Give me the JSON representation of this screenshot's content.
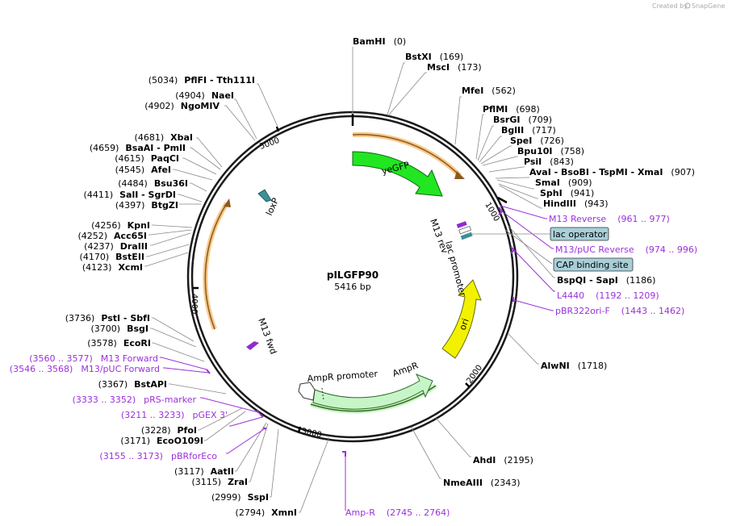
{
  "credit": "Created by",
  "credit_brand": "SnapGene",
  "plasmid": {
    "name": "pILGFP90",
    "length": "5416 bp"
  },
  "ticks": [
    "1000",
    "2000",
    "3000",
    "4000",
    "5000"
  ],
  "features": {
    "yeGFP": "yeGFP",
    "loxP": "loxP",
    "m13rev": "M13 rev",
    "lac_promoter": "lac promoter",
    "ori": "ori",
    "ampR": "AmpR",
    "ampR_promoter": "AmpR promoter",
    "m13fwd": "M13 fwd"
  },
  "enzymes_right": [
    {
      "name": "BamHI",
      "pos": "(0)"
    },
    {
      "name": "BstXI",
      "pos": "(169)"
    },
    {
      "name": "MscI",
      "pos": "(173)"
    },
    {
      "name": "MfeI",
      "pos": "(562)"
    },
    {
      "name": "PflMI",
      "pos": "(698)"
    },
    {
      "name": "BsrGI",
      "pos": "(709)"
    },
    {
      "name": "BglII",
      "pos": "(717)"
    },
    {
      "name": "SpeI",
      "pos": "(726)"
    },
    {
      "name": "Bpu10I",
      "pos": "(758)"
    },
    {
      "name": "PsiI",
      "pos": "(843)"
    },
    {
      "name": "AvaI  -  BsoBI  -  TspMI  -  XmaI",
      "pos": "(907)"
    },
    {
      "name": "SmaI",
      "pos": "(909)"
    },
    {
      "name": "SphI",
      "pos": "(941)"
    },
    {
      "name": "HindIII",
      "pos": "(943)"
    },
    {
      "name": "BspQI  -  SapI",
      "pos": "(1186)"
    },
    {
      "name": "AlwNI",
      "pos": "(1718)"
    },
    {
      "name": "AhdI",
      "pos": "(2195)"
    },
    {
      "name": "NmeAIII",
      "pos": "(2343)"
    }
  ],
  "enzymes_left": [
    {
      "name": "PflFI  -  Tth111I",
      "pos": "(5034)"
    },
    {
      "name": "NaeI",
      "pos": "(4904)"
    },
    {
      "name": "NgoMIV",
      "pos": "(4902)"
    },
    {
      "name": "XbaI",
      "pos": "(4681)"
    },
    {
      "name": "BsaAI  -  PmlI",
      "pos": "(4659)"
    },
    {
      "name": "PaqCI",
      "pos": "(4615)"
    },
    {
      "name": "AfeI",
      "pos": "(4545)"
    },
    {
      "name": "Bsu36I",
      "pos": "(4484)"
    },
    {
      "name": "SalI  -  SgrDI",
      "pos": "(4411)"
    },
    {
      "name": "BtgZI",
      "pos": "(4397)"
    },
    {
      "name": "KpnI",
      "pos": "(4256)"
    },
    {
      "name": "Acc65I",
      "pos": "(4252)"
    },
    {
      "name": "DraIII",
      "pos": "(4237)"
    },
    {
      "name": "BstEII",
      "pos": "(4170)"
    },
    {
      "name": "XcmI",
      "pos": "(4123)"
    },
    {
      "name": "PstI  -  SbfI",
      "pos": "(3736)"
    },
    {
      "name": "BsgI",
      "pos": "(3700)"
    },
    {
      "name": "EcoRI",
      "pos": "(3578)"
    },
    {
      "name": "BstAPI",
      "pos": "(3367)"
    },
    {
      "name": "PfoI",
      "pos": "(3228)"
    },
    {
      "name": "EcoO109I",
      "pos": "(3171)"
    },
    {
      "name": "AatII",
      "pos": "(3117)"
    },
    {
      "name": "ZraI",
      "pos": "(3115)"
    },
    {
      "name": "SspI",
      "pos": "(2999)"
    },
    {
      "name": "XmnI",
      "pos": "(2794)"
    }
  ],
  "primers": [
    {
      "name": "M13 Reverse",
      "range": "(961 .. 977)"
    },
    {
      "name": "M13/pUC Reverse",
      "range": "(974 .. 996)"
    },
    {
      "name": "L4440",
      "range": "(1192 .. 1209)"
    },
    {
      "name": "pBR322ori-F",
      "range": "(1443 .. 1462)"
    },
    {
      "name": "Amp-R",
      "range": "(2745 .. 2764)"
    },
    {
      "name": "pBRforEco",
      "range": "(3155 .. 3173)"
    },
    {
      "name": "pGEX 3'",
      "range": "(3211 .. 3233)"
    },
    {
      "name": "pRS-marker",
      "range": "(3333 .. 3352)"
    },
    {
      "name": "M13/pUC Forward",
      "range": "(3546 .. 3568)"
    },
    {
      "name": "M13 Forward",
      "range": "(3560 .. 3577)"
    }
  ],
  "boxes": {
    "lac_operator": "lac operator",
    "cap_site": "CAP binding site"
  },
  "colors": {
    "gfp": "#22e622",
    "ori": "#f2f200",
    "ampR": "#c8f5c8",
    "loxP": "#3a8f9a",
    "m13": "#8e2bd0",
    "primer": "#9b30d9",
    "orf_highlight": "#f7c98a",
    "box_fill": "#a8cfd8"
  }
}
